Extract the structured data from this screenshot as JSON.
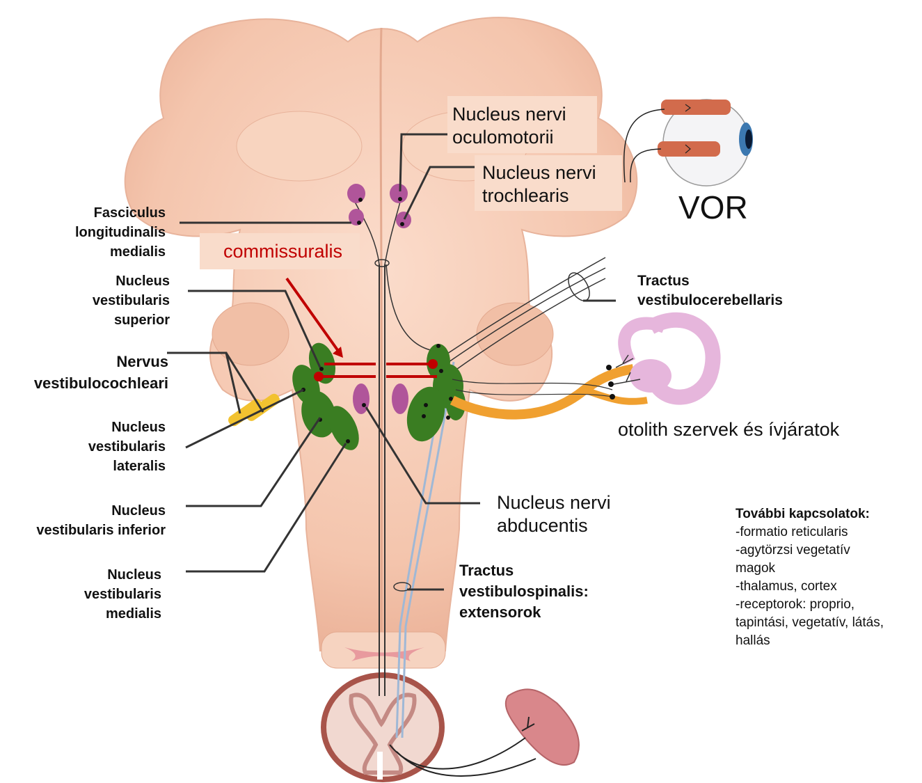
{
  "labels": {
    "oculomotor": [
      "Nucleus nervi",
      "oculomotorii"
    ],
    "trochlear": [
      "Nucleus nervi",
      "trochlearis"
    ],
    "vor": "VOR",
    "flm": [
      "Fasciculus",
      "longitudinalis",
      "medialis"
    ],
    "commissural": "commissuralis",
    "vest_superior": [
      "Nucleus",
      "vestibularis",
      "superior"
    ],
    "nervus": [
      "Nervus",
      "vestibulocochleari"
    ],
    "vest_lateral": [
      "Nucleus",
      "vestibularis",
      "lateralis"
    ],
    "vest_inferior": [
      "Nucleus",
      "vestibularis inferior"
    ],
    "vest_medial": [
      "Nucleus",
      "vestibularis",
      "medialis"
    ],
    "vestibulocerebellar": [
      "Tractus",
      "vestibulocerebellaris"
    ],
    "otolith": "otolith szervek és ívjáratok",
    "abducens": [
      "Nucleus nervi",
      "abducentis"
    ],
    "vestibulospinal": [
      "Tractus",
      "vestibulospinalis:",
      "extensorok"
    ]
  },
  "further": {
    "title": "További kapcsolatok:",
    "items": [
      "-formatio reticularis",
      "-agytörzsi vegetatív",
      "magok",
      "-thalamus, cortex",
      "-receptorok: proprio,",
      "tapintási, vegetatív, látás,",
      "hallás"
    ]
  },
  "colors": {
    "brainstem": "#f6cdb6",
    "nuclei_green": "#3a7d22",
    "oculomotor_purple": "#b0559a",
    "commissure_red": "#c00000",
    "vestibular_nerve": "#f0a030",
    "labyrinth": "#e6b6dc",
    "label_box": "#f9dccb"
  },
  "icons": [
    "eye-icon",
    "inner-ear-icon",
    "spinal-cord-icon",
    "muscle-icon"
  ]
}
